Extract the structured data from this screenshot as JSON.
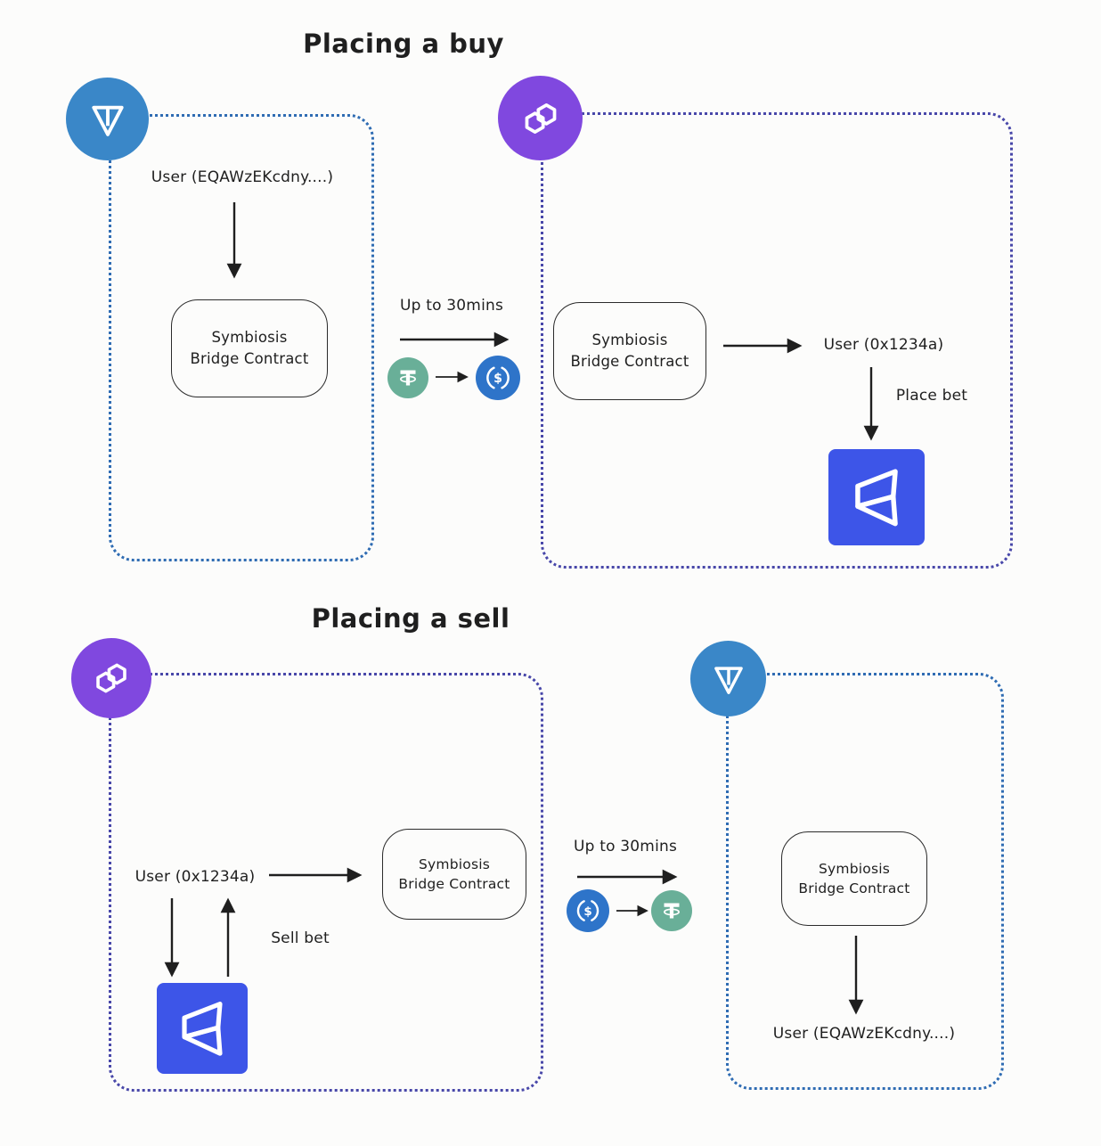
{
  "colors": {
    "bg": "#fcfcfb",
    "ink": "#1f1f1f",
    "ton": "#3a87c8",
    "polygon": "#8048df",
    "tether": "#69af98",
    "usdc": "#2e74c9",
    "sx": "#3d55e8",
    "border-blue": "#2f6cb3",
    "border-indigo": "#4847a9"
  },
  "icons": {
    "ton": "ton-icon",
    "polygon": "polygon-icon",
    "tether": "tether-icon",
    "usdc": "usdc-icon",
    "sx_bet": "sx-bet-icon"
  },
  "buy": {
    "title": "Placing a buy",
    "ton_user": "User (EQAWzEKcdny....)",
    "bridge_contract": "Symbiosis Bridge Contract",
    "bridge_time": "Up to 30mins",
    "evm_user": "User (0x1234a)",
    "place_bet": "Place bet"
  },
  "sell": {
    "title": "Placing a sell",
    "evm_user": "User (0x1234a)",
    "bridge_contract": "Symbiosis Bridge Contract",
    "sell_bet": "Sell bet",
    "bridge_time": "Up to 30mins",
    "ton_user": "User (EQAWzEKcdny....)"
  }
}
